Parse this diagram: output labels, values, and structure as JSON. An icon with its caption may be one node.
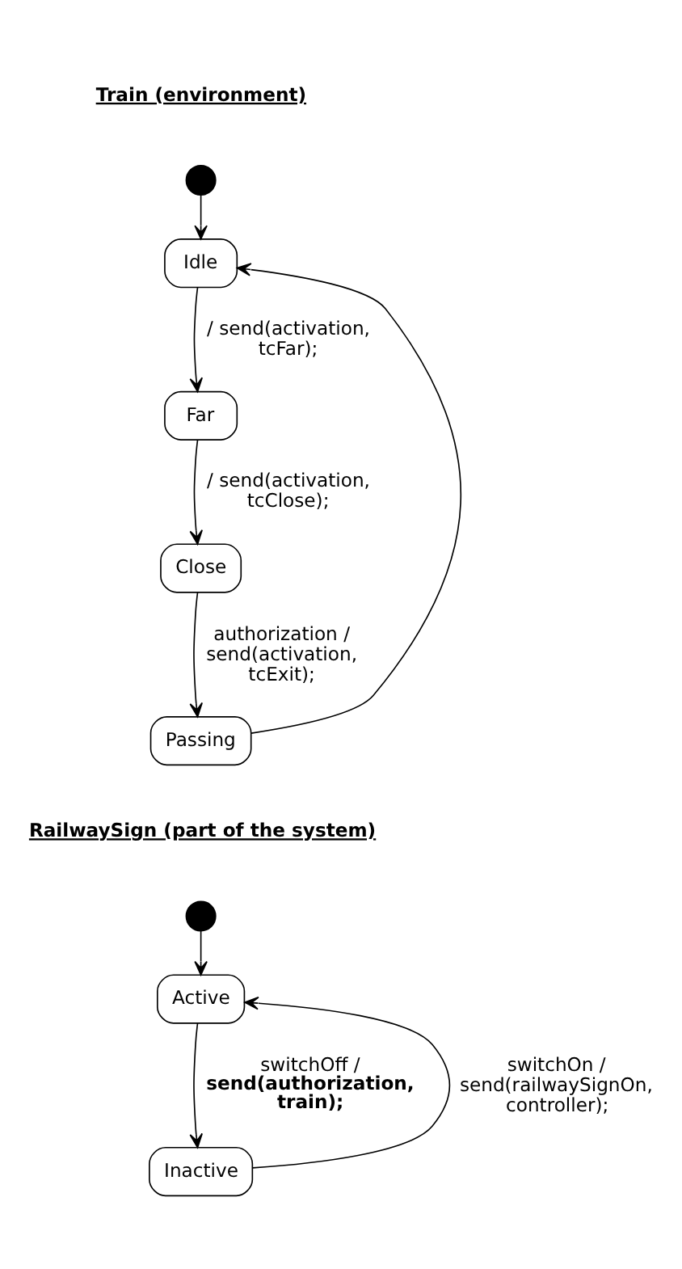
{
  "diagram": {
    "nodes": [
      {
        "text": [],
        "shape": "circle"
      },
      {
        "text": [
          "Idle"
        ]
      },
      {
        "text": [
          "Far"
        ]
      },
      {
        "text": [
          "Close"
        ]
      },
      {
        "text": [
          "Passing"
        ]
      },
      {
        "text": [],
        "shape": "circle"
      },
      {
        "text": [
          "Active"
        ]
      },
      {
        "text": [
          "Inactive"
        ]
      }
    ],
    "edges": [
      {
        "from": 0,
        "to": 1,
        "arrow": "to"
      },
      {
        "from": 1,
        "to": 2,
        "arrow": "to",
        "label": "/ send(activation, tcFar);"
      },
      {
        "from": 2,
        "to": 3,
        "arrow": "to",
        "label": "/ send(activation, tcClose);"
      },
      {
        "from": 3,
        "to": 4,
        "arrow": "to",
        "label": "authorization / send(activation, tcExit);"
      },
      {
        "from": 4,
        "to": 1,
        "arrow": "to"
      },
      {
        "from": 5,
        "to": 6,
        "arrow": "to"
      },
      {
        "from": 6,
        "to": 7,
        "arrow": "to",
        "label": "switchOff / **send(authorization, train);**"
      },
      {
        "from": 7,
        "to": 6,
        "arrow": "to",
        "label": "switchOn / send(railwaySignOn, controller);"
      }
    ],
    "labels": [
      "Train (environment)",
      "RailwaySign (part of the system)"
    ]
  }
}
